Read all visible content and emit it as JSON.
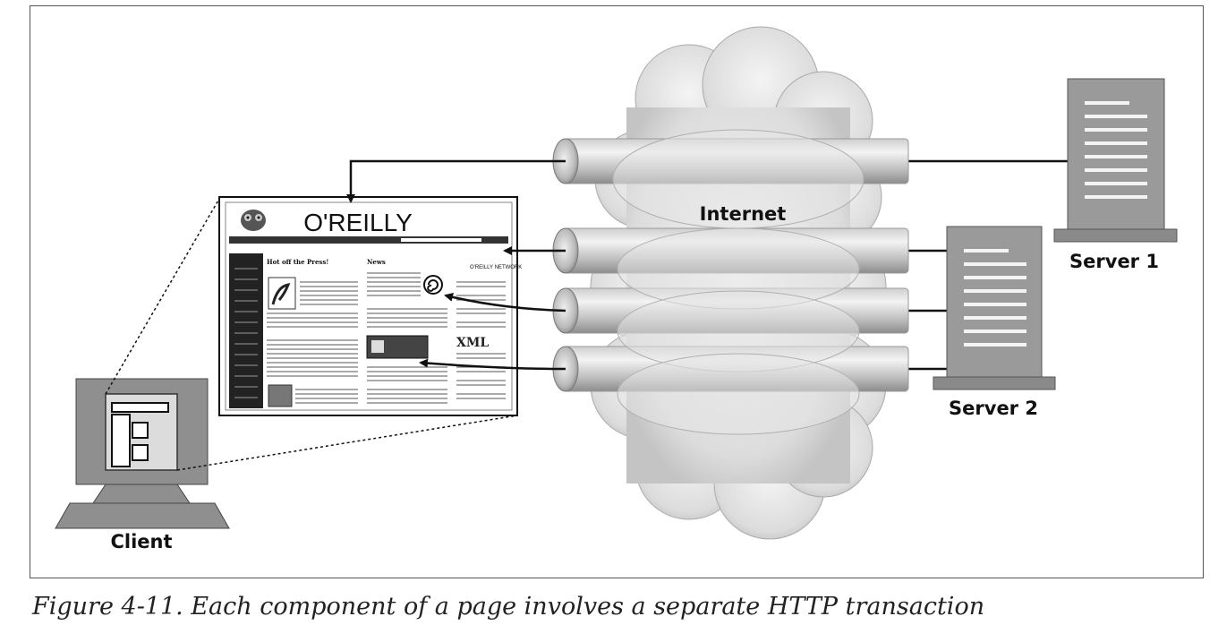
{
  "labels": {
    "internet": "Internet",
    "server1": "Server 1",
    "server2": "Server 2",
    "client": "Client"
  },
  "webpage": {
    "brand": "O'REILLY",
    "col1_heading": "Hot off the Press!",
    "col2_heading": "News",
    "network": "O'REILLY NETWORK",
    "xml": "XML"
  },
  "caption": "Figure 4-11. Each component of a page involves a separate HTTP transaction"
}
